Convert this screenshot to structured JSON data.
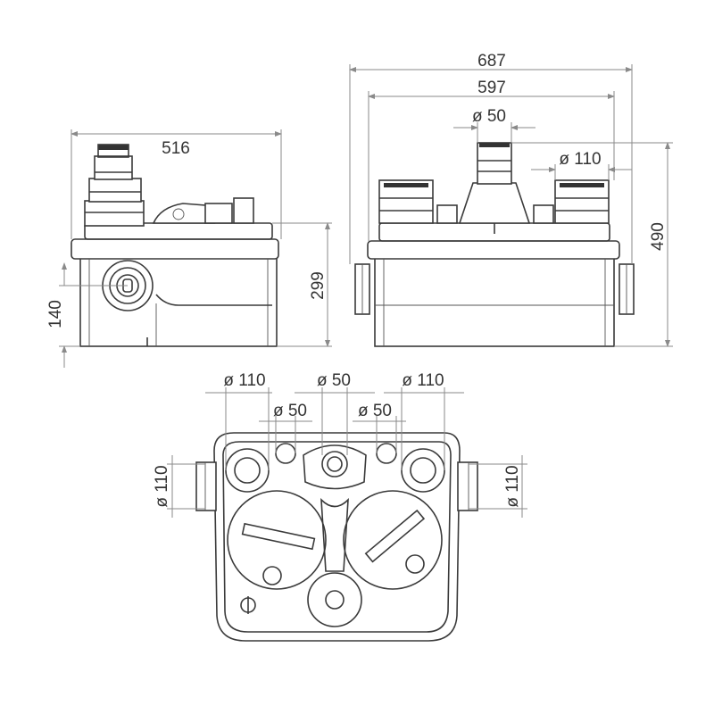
{
  "side_view": {
    "width": "516",
    "height": "299",
    "outlet_height": "140"
  },
  "front_view": {
    "overall_width": "687",
    "body_width": "597",
    "inlet_small": "ø 50",
    "inlet_large": "ø 110",
    "overall_height": "490"
  },
  "top_view": {
    "top_dims": [
      "ø 110",
      "ø 50",
      "ø 110"
    ],
    "inner_dims": [
      "ø 50",
      "ø 50"
    ],
    "left_side": "ø 110",
    "right_side": "ø 110"
  },
  "colors": {
    "line": "#3a3a3a",
    "dimension": "#8a8a8a"
  }
}
